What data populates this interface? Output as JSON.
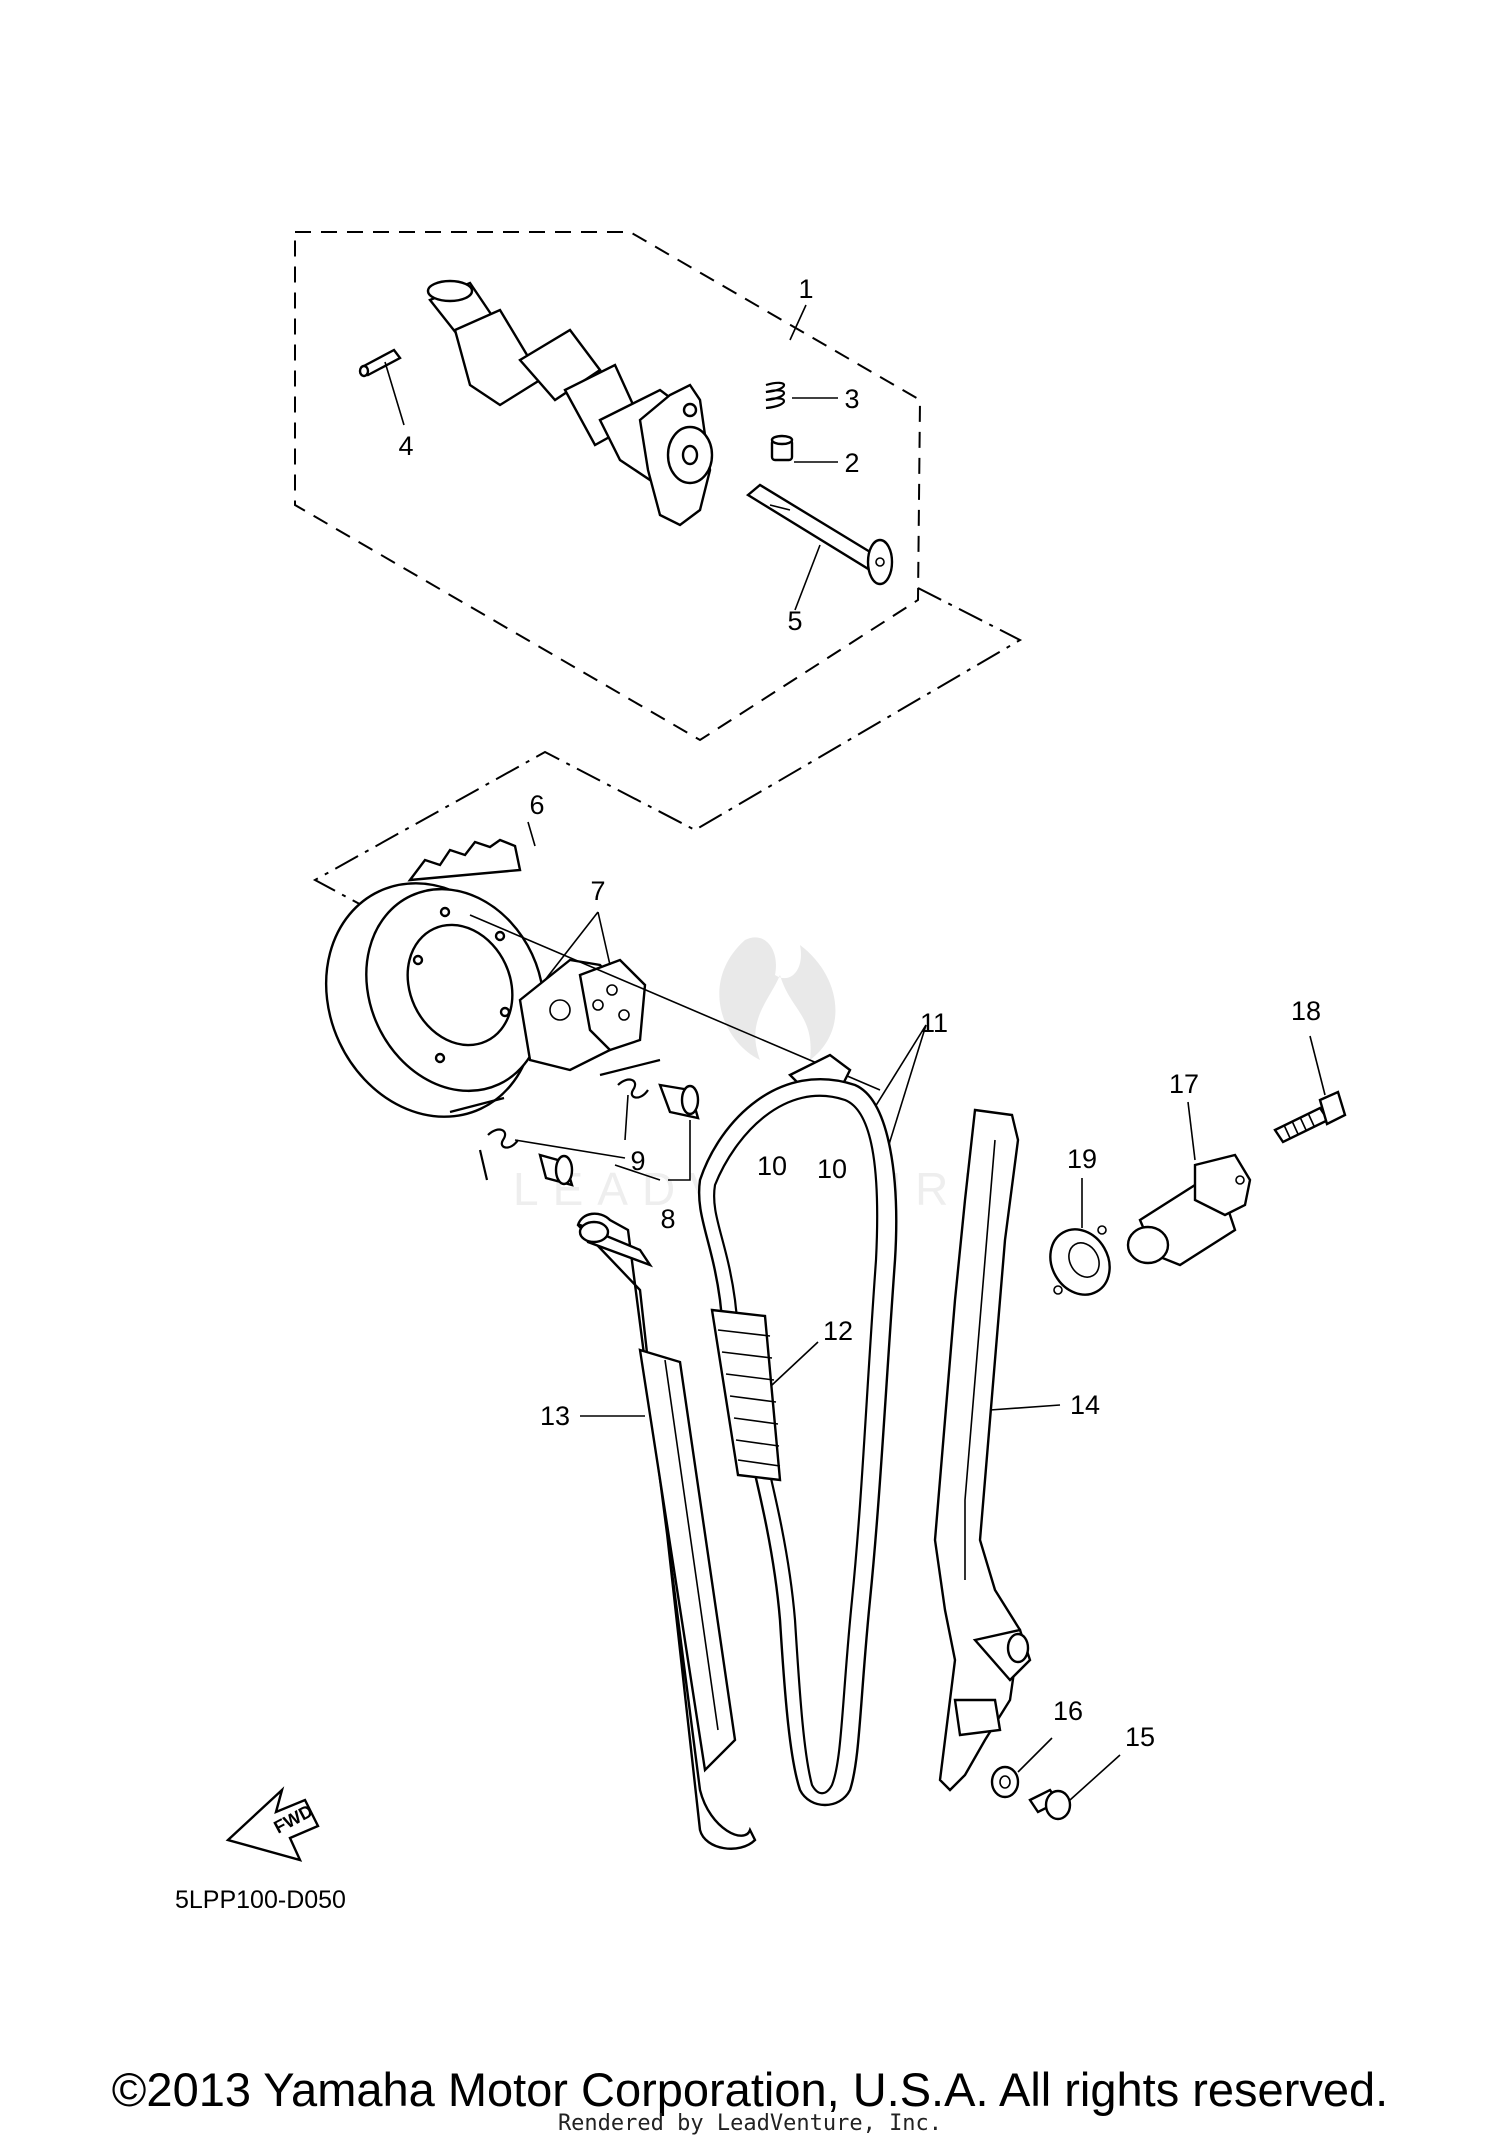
{
  "diagram": {
    "drawing_code": "5LPP100-D050",
    "copyright": "©2013 Yamaha Motor Corporation, U.S.A. All rights reserved.",
    "rendered_by": "Rendered by LeadVenture, Inc.",
    "watermark": "LEADVENTURE",
    "fwd_label": "FWD",
    "callouts": {
      "c1": "1",
      "c2": "2",
      "c3": "3",
      "c4": "4",
      "c5": "5",
      "c6": "6",
      "c7": "7",
      "c8": "8",
      "c9": "9",
      "c10a": "10",
      "c10b": "10",
      "c11": "11",
      "c12": "12",
      "c13": "13",
      "c14": "14",
      "c15": "15",
      "c16": "16",
      "c17": "17",
      "c18": "18",
      "c19": "19"
    }
  }
}
